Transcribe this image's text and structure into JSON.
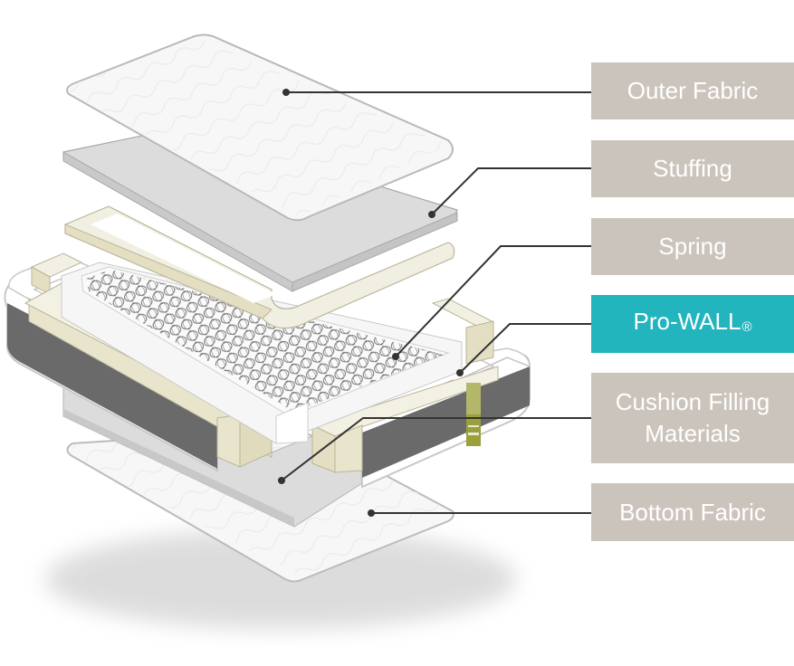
{
  "diagram": {
    "title": "Mattress layer structure",
    "labels": [
      {
        "id": "outer-fabric",
        "text": "Outer Fabric",
        "highlighted": false
      },
      {
        "id": "stuffing",
        "text": "Stuffing",
        "highlighted": false
      },
      {
        "id": "spring",
        "text": "Spring",
        "highlighted": false
      },
      {
        "id": "pro-wall",
        "text": "Pro-WALL",
        "suffix": "®",
        "highlighted": true
      },
      {
        "id": "cushion-filling",
        "text": "Cushion Filling Materials",
        "highlighted": false
      },
      {
        "id": "bottom-fabric",
        "text": "Bottom Fabric",
        "highlighted": false
      }
    ],
    "colors": {
      "label_bg": "#cbc4bc",
      "label_highlight_bg": "#22b5bd",
      "label_text": "#ffffff",
      "leader_line": "#333333",
      "fabric": "#f6f7f6",
      "stuffing_pad": "#dcdcdc",
      "foam_frame": "#f0eee0",
      "side_panel": "#6a6a6a",
      "tag": "#9aa03a"
    }
  }
}
